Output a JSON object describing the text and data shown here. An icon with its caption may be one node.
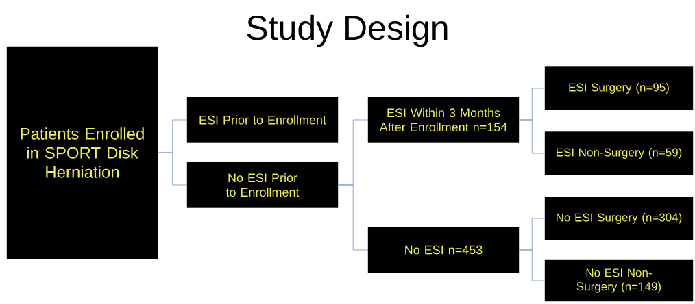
{
  "diagram": {
    "title": "Study Design",
    "nodes": [
      {
        "text": [
          "Patients Enrolled in SPORT Disk Herniation"
        ]
      },
      {
        "text": [
          "ESI Prior to Enrollment"
        ]
      },
      {
        "text": [
          "No ESI Prior to Enrollment"
        ]
      },
      {
        "text": [
          "ESI Within 3 Months After Enrollment n=154"
        ]
      },
      {
        "text": [
          "No ESI n=453"
        ]
      },
      {
        "text": [
          "ESI Surgery (n=95)"
        ]
      },
      {
        "text": [
          "ESI Non-Surgery (n=59)"
        ]
      },
      {
        "text": [
          "No ESI Surgery (n=304)"
        ]
      },
      {
        "text": [
          "No ESI Non-Surgery (n=149)"
        ]
      }
    ],
    "edges": [
      {
        "from": 0,
        "to": 1,
        "arrow": "none"
      },
      {
        "from": 0,
        "to": 2,
        "arrow": "none"
      },
      {
        "from": 2,
        "to": 3,
        "arrow": "none"
      },
      {
        "from": 2,
        "to": 4,
        "arrow": "none"
      },
      {
        "from": 3,
        "to": 5,
        "arrow": "none"
      },
      {
        "from": 3,
        "to": 6,
        "arrow": "none"
      },
      {
        "from": 4,
        "to": 7,
        "arrow": "none"
      },
      {
        "from": 4,
        "to": 8,
        "arrow": "none"
      }
    ]
  }
}
